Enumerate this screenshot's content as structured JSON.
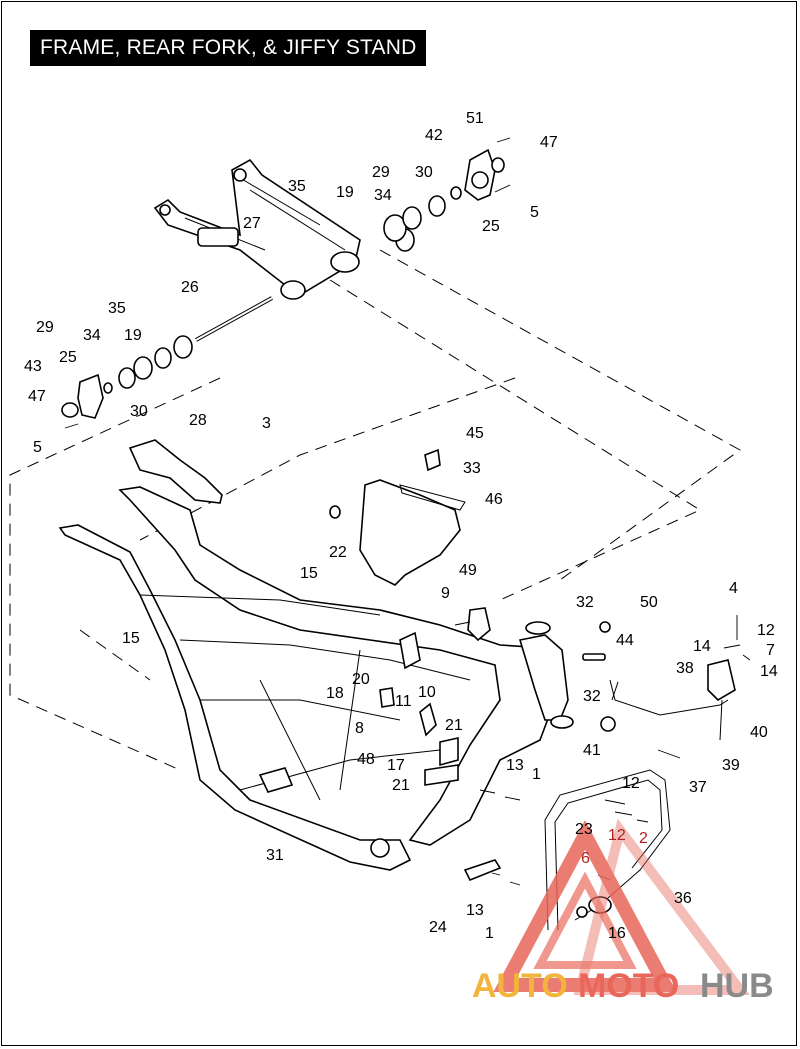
{
  "title": "FRAME, REAR FORK, & JIFFY STAND",
  "callouts": [
    {
      "n": "51"
    },
    {
      "n": "42"
    },
    {
      "n": "47"
    },
    {
      "n": "29"
    },
    {
      "n": "30"
    },
    {
      "n": "35"
    },
    {
      "n": "19"
    },
    {
      "n": "34"
    },
    {
      "n": "5"
    },
    {
      "n": "25"
    },
    {
      "n": "27"
    },
    {
      "n": "26"
    },
    {
      "n": "35"
    },
    {
      "n": "29"
    },
    {
      "n": "34"
    },
    {
      "n": "19"
    },
    {
      "n": "25"
    },
    {
      "n": "43"
    },
    {
      "n": "47"
    },
    {
      "n": "30"
    },
    {
      "n": "5"
    },
    {
      "n": "28"
    },
    {
      "n": "3"
    },
    {
      "n": "45"
    },
    {
      "n": "33"
    },
    {
      "n": "46"
    },
    {
      "n": "22"
    },
    {
      "n": "15"
    },
    {
      "n": "9"
    },
    {
      "n": "49"
    },
    {
      "n": "32"
    },
    {
      "n": "50"
    },
    {
      "n": "4"
    },
    {
      "n": "15"
    },
    {
      "n": "44"
    },
    {
      "n": "12"
    },
    {
      "n": "14"
    },
    {
      "n": "38"
    },
    {
      "n": "7"
    },
    {
      "n": "14"
    },
    {
      "n": "20"
    },
    {
      "n": "18"
    },
    {
      "n": "11"
    },
    {
      "n": "10"
    },
    {
      "n": "8"
    },
    {
      "n": "21"
    },
    {
      "n": "32"
    },
    {
      "n": "40"
    },
    {
      "n": "48"
    },
    {
      "n": "17"
    },
    {
      "n": "41"
    },
    {
      "n": "39"
    },
    {
      "n": "21"
    },
    {
      "n": "13"
    },
    {
      "n": "1"
    },
    {
      "n": "37"
    },
    {
      "n": "12"
    },
    {
      "n": "23"
    },
    {
      "n": "12"
    },
    {
      "n": "2"
    },
    {
      "n": "31"
    },
    {
      "n": "6"
    },
    {
      "n": "36"
    },
    {
      "n": "13"
    },
    {
      "n": "24"
    },
    {
      "n": "16"
    },
    {
      "n": "1"
    }
  ],
  "watermark": {
    "text_1": "AUTO",
    "text_2": "MOTO",
    "text_3": "HUB",
    "color_1": "#f2b43a",
    "color_2": "#e8665a",
    "color_3": "#8a8a8a"
  },
  "colors": {
    "line": "#000000",
    "background": "#ffffff",
    "title_bg": "#000000",
    "title_fg": "#ffffff"
  }
}
